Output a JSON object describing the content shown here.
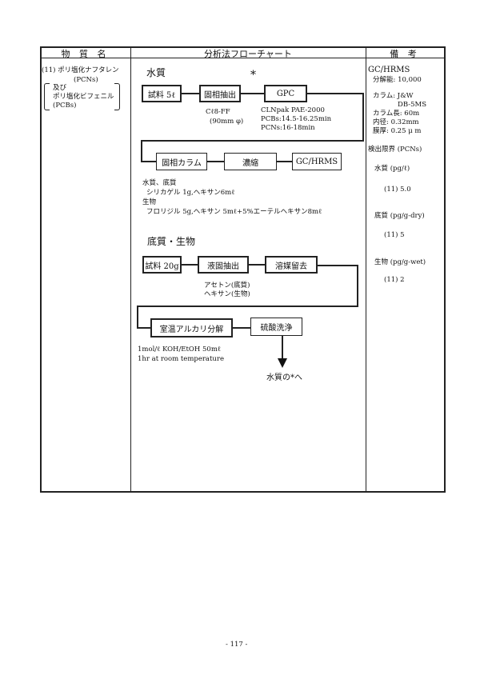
{
  "headers": {
    "substance": "物 質 名",
    "flowchart": "分析法フローチャート",
    "remarks": "備 考"
  },
  "substance": {
    "line1": "(11) ポリ塩化ナフタレン",
    "line2": "(PCNs)",
    "line3": "及び",
    "line4": "ポリ塩化ビフェニル",
    "line5": "(PCBs)"
  },
  "water": {
    "title": "水質",
    "asterisk": "*",
    "boxes": [
      "試料 5ℓ",
      "固相抽出",
      "GPC"
    ],
    "cart1": "Cℓ8-FF",
    "cart2": "(90mm φ)",
    "gpc1": "CLNpak PAE-2000",
    "gpc2": "PCBs:14.5-16.25min",
    "gpc3": "PCNs:16-18min",
    "boxes2": [
      "固相カラム",
      "濃縮",
      "GC/HRMS"
    ],
    "note1": "水質、底質",
    "note2": "シリカゲル 1g,ヘキサン6mℓ",
    "note3": "生物",
    "note4": "フロリジル 5g,ヘキサン 5mℓ+5%エーテルヘキサン8mℓ"
  },
  "sediment": {
    "title": "底質・生物",
    "boxes": [
      "試料 20g",
      "液固抽出",
      "溶媒留去"
    ],
    "solv1": "アセトン(底質)",
    "solv2": "ヘキサン(生物)",
    "boxes2": [
      "室温アルカリ分解",
      "硫酸洗浄"
    ],
    "koh1": "1mol/ℓ KOH/EtOH 50mℓ",
    "koh2": "1hr at room temperature",
    "goto": "水質の*へ"
  },
  "remarks": {
    "inst": "GC/HRMS",
    "res": "分解能: 10,000",
    "col1": "カラム: J&W",
    "col2": "DB-5MS",
    "len": "カラム長: 60m",
    "id": "内径: 0.32mm",
    "film": "膜厚: 0.25 μ m",
    "dl": "検出限界 (PCNs)",
    "w": "水質 (pg/ℓ)",
    "wv": "(11) 5.0",
    "sd": "底質 (pg/g-dry)",
    "sdv": "(11) 5",
    "b": "生物 (pg/g-wet)",
    "bv": "(11) 2"
  },
  "page_number": "- 117 -"
}
